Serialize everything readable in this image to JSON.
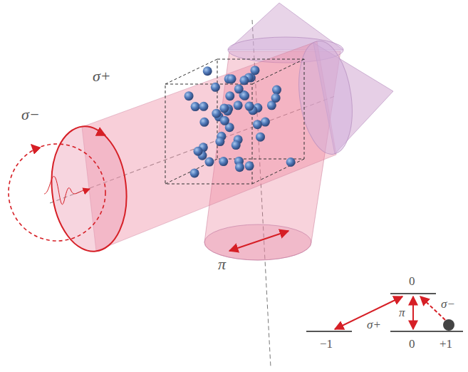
{
  "diagram": {
    "labels": [
      "σ+",
      "σ−",
      "π",
      "0",
      "σ+",
      "π",
      "σ−",
      "−1",
      "0",
      "+1"
    ]
  }
}
